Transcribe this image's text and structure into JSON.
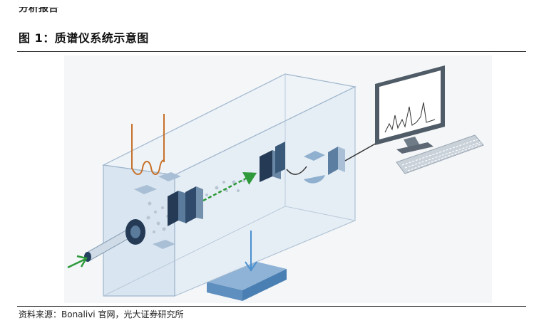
{
  "header": {
    "cut_text": "分析报告"
  },
  "figure": {
    "title": "图 1：质谱仪系统示意图",
    "source": "资料来源：Bonalivi 官网，光大证券研究所"
  },
  "colors": {
    "box_fill": "#e3ecf4",
    "box_edge": "#9fb6cc",
    "plate_dark": "#243a55",
    "plate_light": "#a8bfd6",
    "arrow_green": "#2e9a3a",
    "arrow_blue": "#4a8fd0",
    "filament": "#c7712a",
    "monitor": "#4f5b66"
  },
  "icons": [
    "filament-icon",
    "ion-beam-icon",
    "detector-icon",
    "monitor-icon",
    "keyboard-icon",
    "vacuum-pump-icon",
    "arrow-icon"
  ]
}
